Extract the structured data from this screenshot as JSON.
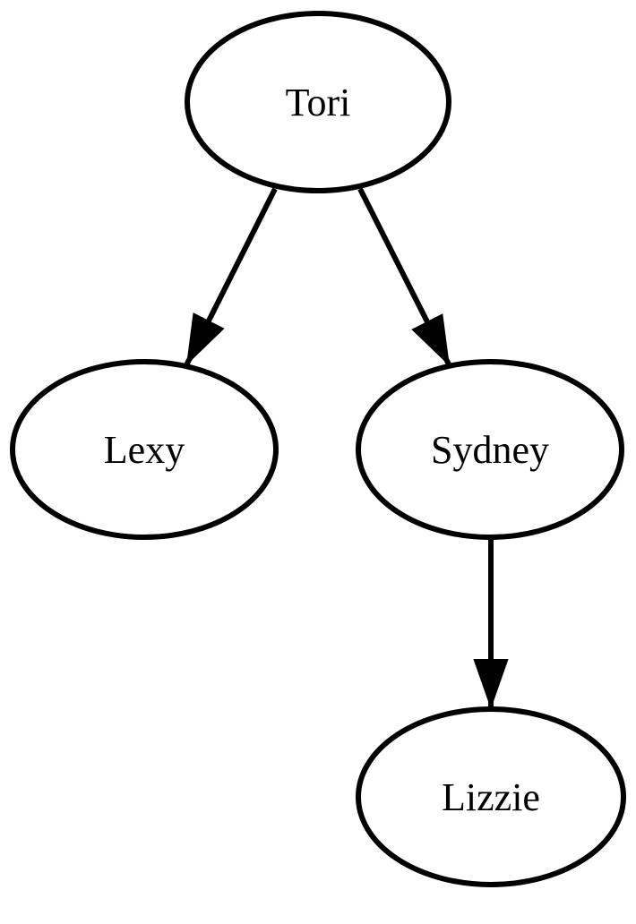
{
  "diagram": {
    "type": "directed-graph",
    "background_color": "#ffffff",
    "stroke_color": "#000000",
    "text_color": "#000000",
    "node_shape": "ellipse",
    "nodes": [
      {
        "id": "tori",
        "label": "Tori"
      },
      {
        "id": "lexy",
        "label": "Lexy"
      },
      {
        "id": "sydney",
        "label": "Sydney"
      },
      {
        "id": "lizzie",
        "label": "Lizzie"
      }
    ],
    "edges": [
      {
        "from": "Tori",
        "to": "Lexy",
        "directed": true
      },
      {
        "from": "Tori",
        "to": "Sydney",
        "directed": true
      },
      {
        "from": "Sydney",
        "to": "Lizzie",
        "directed": true
      }
    ]
  }
}
